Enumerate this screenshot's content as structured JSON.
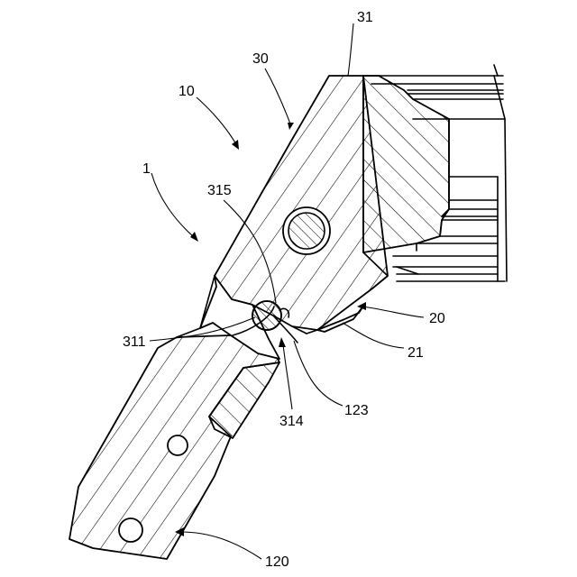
{
  "labels": {
    "l1": "1",
    "l10": "10",
    "l30": "30",
    "l31": "31",
    "l315": "315",
    "l311": "311",
    "l314": "314",
    "l123": "123",
    "l20": "20",
    "l21": "21",
    "l120": "120"
  }
}
